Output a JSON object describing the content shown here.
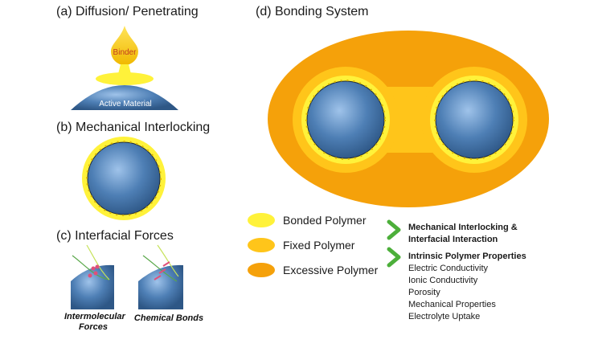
{
  "panels": {
    "a": {
      "title": "(a) Diffusion/ Penetrating",
      "drop_label": "Binder",
      "base_label": "Active Material"
    },
    "b": {
      "title": "(b) Mechanical Interlocking"
    },
    "c": {
      "title": "(c) Interfacial Forces",
      "left_label": "Intermolecular Forces",
      "right_label": "Chemical Bonds"
    },
    "d": {
      "title": "(d) Bonding System"
    }
  },
  "legend": [
    {
      "label": "Bonded Polymer",
      "color": "#fff23a"
    },
    {
      "label": "Fixed Polymer",
      "color": "#ffc51a"
    },
    {
      "label": "Excessive Polymer",
      "color": "#f5a10a"
    }
  ],
  "properties": {
    "group1_title": "Mechanical Interlocking & Interfacial Interaction",
    "group2_title": "Intrinsic Polymer Properties",
    "group2_items": [
      "Electric Conductivity",
      "Ionic Conductivity",
      "Porosity",
      "Mechanical Properties",
      "Electrolyte Uptake"
    ]
  },
  "colors": {
    "particle": "#4e7fb5",
    "bonded": "#fff23a",
    "fixed": "#ffc51a",
    "excessive": "#f5a10a",
    "arrow": "#4caf3a",
    "bond": "#e0507a"
  }
}
